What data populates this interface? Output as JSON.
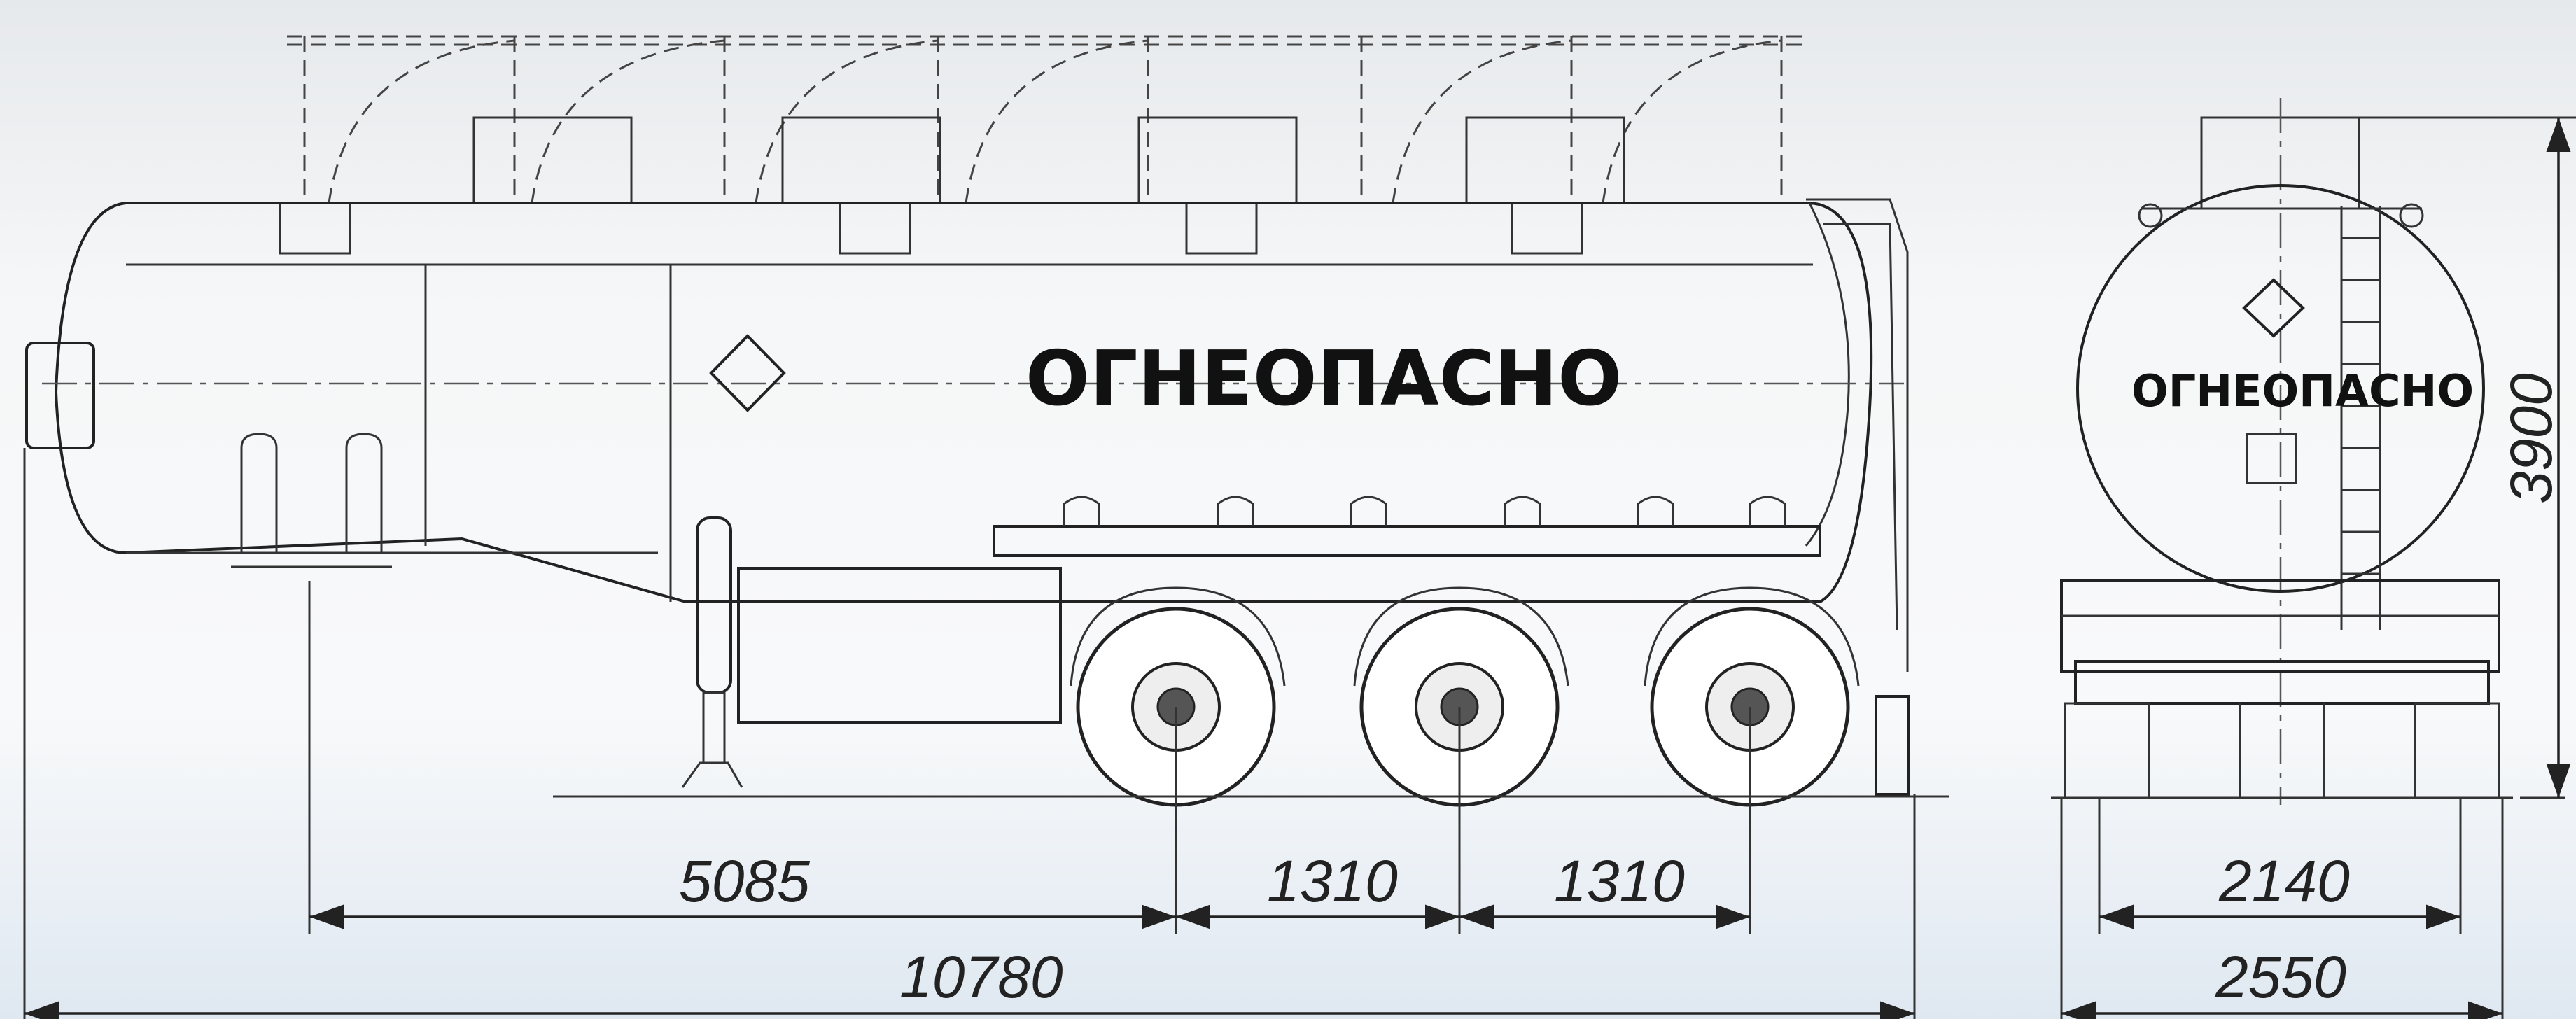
{
  "side_view": {
    "warning_label": "ОГНЕОПАСНО",
    "dimensions": {
      "kingpin_to_first_axle": "5085",
      "axle_spacing_1": "1310",
      "axle_spacing_2": "1310",
      "overall_length": "10780"
    }
  },
  "rear_view": {
    "warning_label": "ОГНЕОПАСНО",
    "dimensions": {
      "track_width": "2140",
      "overall_width": "2550",
      "overall_height": "3900"
    }
  },
  "colors": {
    "line": "#222222",
    "background_top": "#e6e9ec",
    "background_bottom": "#dfe8f1"
  }
}
